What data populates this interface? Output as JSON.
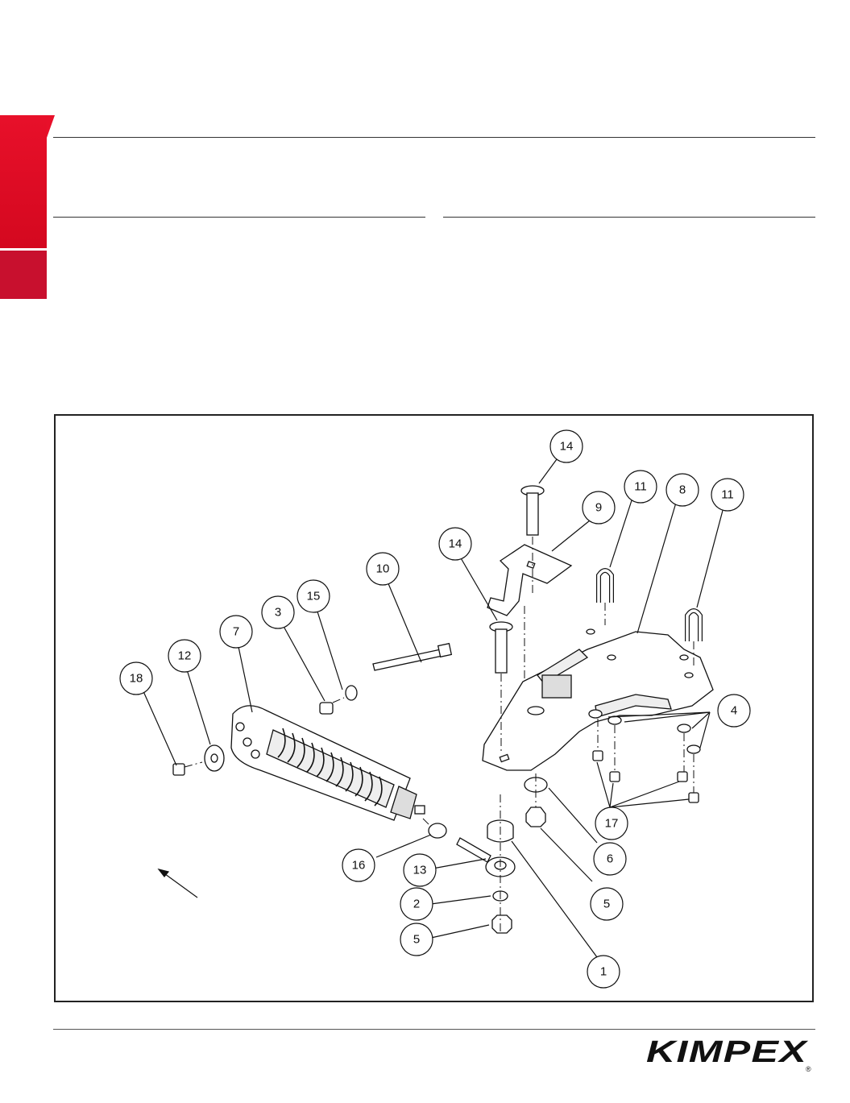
{
  "diagram": {
    "callouts": [
      "14",
      "14",
      "9",
      "11",
      "8",
      "11",
      "10",
      "15",
      "3",
      "7",
      "12",
      "18",
      "4",
      "17",
      "6",
      "5",
      "16",
      "13",
      "2",
      "5",
      "1"
    ]
  },
  "footer": {
    "logo_text": "KIMPEX",
    "registered_mark": "®"
  }
}
